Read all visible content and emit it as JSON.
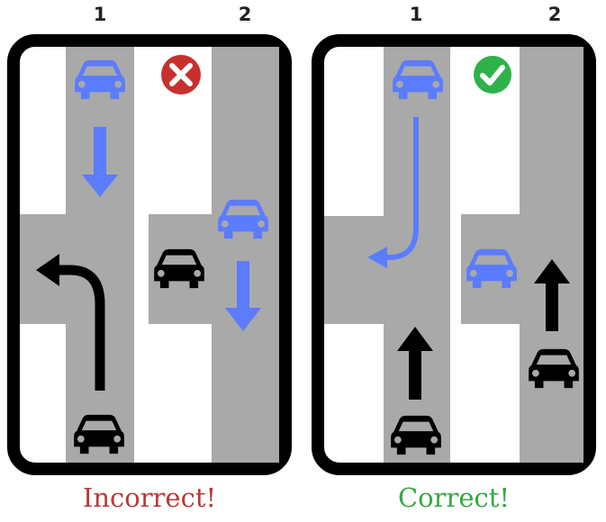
{
  "lane_labels": [
    "1",
    "2"
  ],
  "colors": {
    "frame": "#000000",
    "road": "#a9a9a9",
    "blue_car": "#5b7cff",
    "black_car": "#000000",
    "incorrect": "#cc3333",
    "correct": "#33aa33"
  },
  "panels": [
    {
      "verdict": "Incorrect!",
      "verdict_color": "#b83a3a",
      "badge": "x-icon",
      "badge_color": "#c8302e"
    },
    {
      "verdict": "Correct!",
      "verdict_color": "#35a842",
      "badge": "check-icon",
      "badge_color": "#2fb24a"
    }
  ]
}
